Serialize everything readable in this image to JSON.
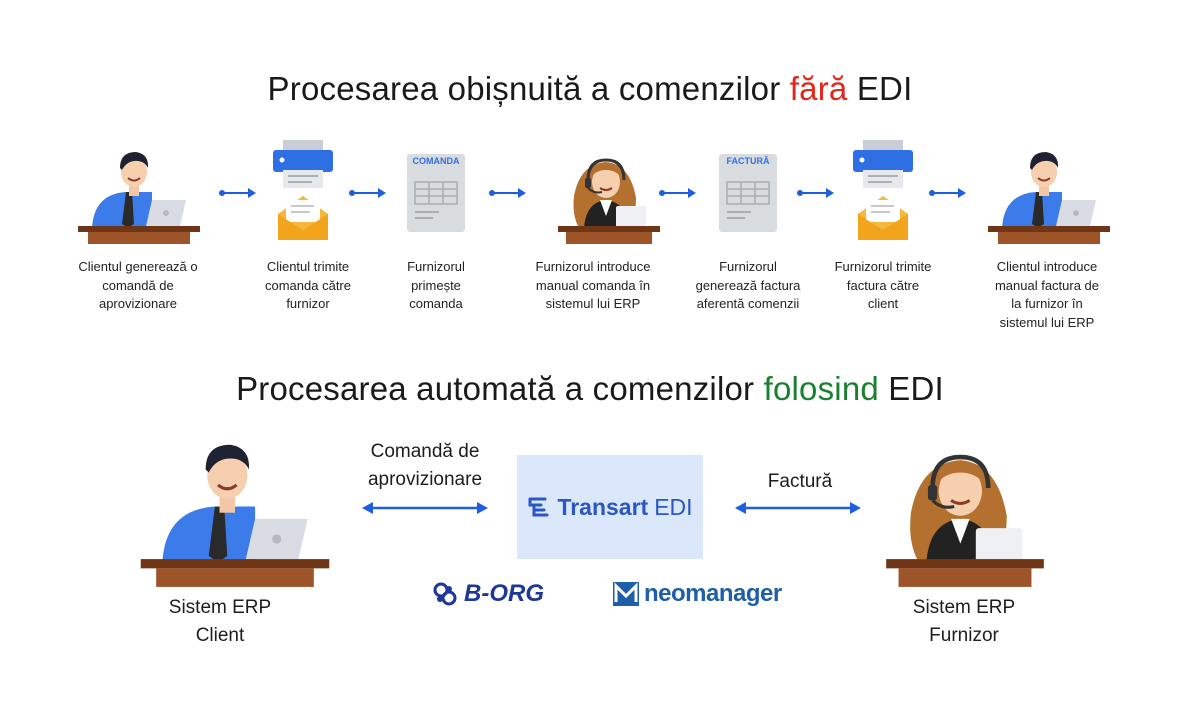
{
  "title_top": {
    "part1": "Procesarea obișnuită a comenzilor ",
    "highlight": "fără",
    "part2": " EDI"
  },
  "title_bottom": {
    "part1": "Procesarea automată a comenzilor ",
    "highlight": "folosind",
    "part2": " EDI"
  },
  "steps": [
    {
      "line1": "Clientul generează o",
      "line2": "comandă de",
      "line3": "aprovizionare",
      "line4": ""
    },
    {
      "line1": "Clientul trimite",
      "line2": "comanda către",
      "line3": "furnizor",
      "line4": ""
    },
    {
      "line1": "Furnizorul",
      "line2": "primește",
      "line3": "comanda",
      "line4": ""
    },
    {
      "line1": "Furnizorul introduce",
      "line2": "manual comanda în",
      "line3": "sistemul lui ERP",
      "line4": ""
    },
    {
      "line1": "Furnizorul",
      "line2": "generează factura",
      "line3": "aferentă comenzii",
      "line4": ""
    },
    {
      "line1": "Furnizorul trimite",
      "line2": "factura către",
      "line3": "client",
      "line4": ""
    },
    {
      "line1": "Clientul introduce",
      "line2": "manual factura de",
      "line3": "la furnizor în",
      "line4": "sistemul lui ERP"
    }
  ],
  "doc_labels": {
    "order": "COMANDA",
    "invoice": "FACTURĂ"
  },
  "bottom": {
    "left_label": {
      "line1": "Sistem ERP",
      "line2": "Client"
    },
    "right_label": {
      "line1": "Sistem ERP",
      "line2": "Furnizor"
    },
    "left_flow": {
      "line1": "Comandă de",
      "line2": "aprovizionare"
    },
    "right_flow": "Factură",
    "edi_name": "Transart",
    "edi_suffix": "EDI",
    "partner1": "B-ORG",
    "partner2": "neomanager"
  },
  "colors": {
    "accent": "#1d5fe0",
    "red": "#e3261a",
    "green": "#1a7f2e",
    "desk": "#8b4a22",
    "shirt": "#3b7bea",
    "edi_bg": "#dbe7fb"
  }
}
